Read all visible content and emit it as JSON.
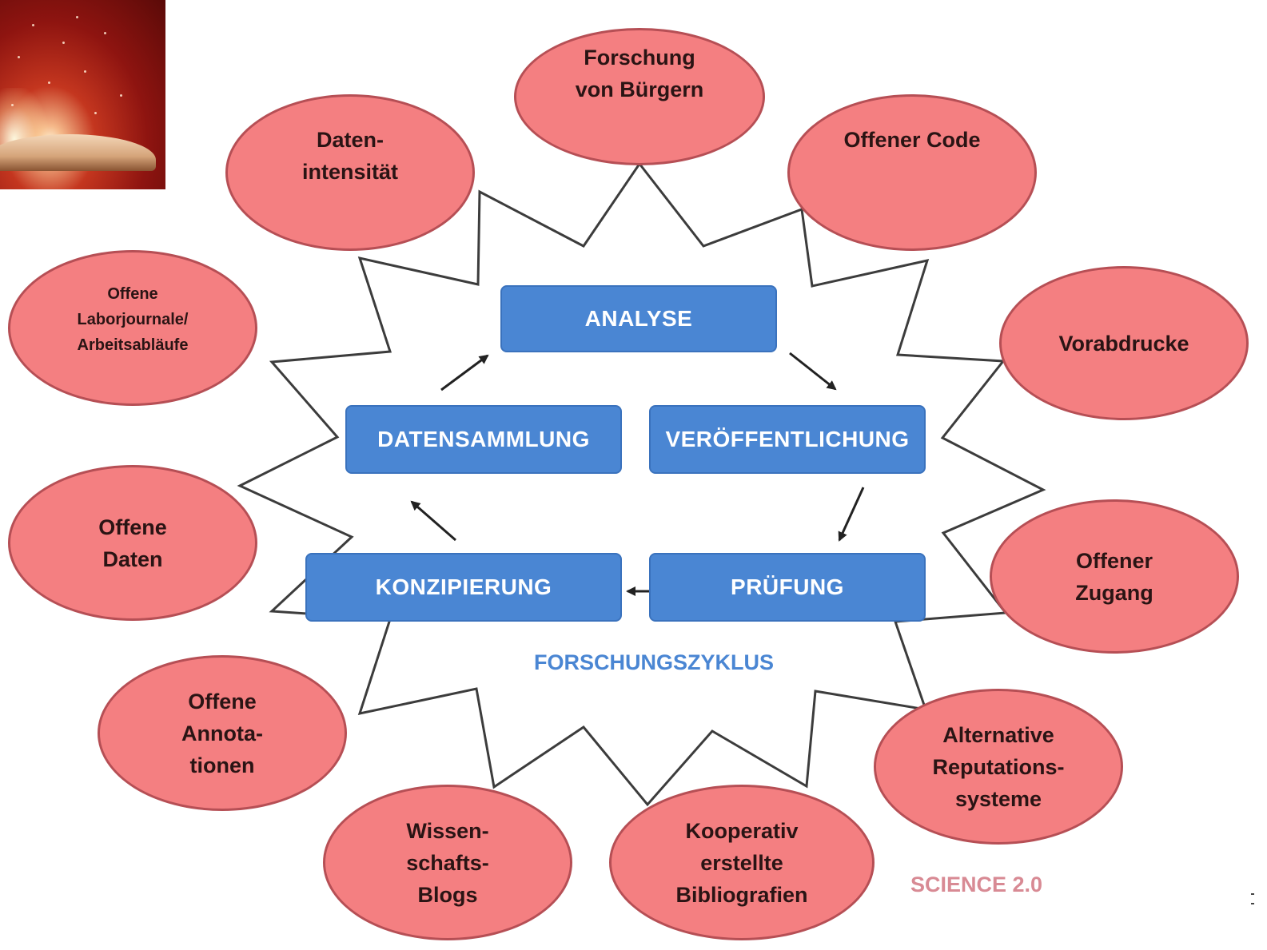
{
  "diagram": {
    "cycle_title": "FORSCHUNGSZYKLUS",
    "brand": "SCIENCE 2.0",
    "stages": {
      "analyse": "ANALYSE",
      "datensammlung": "DATENSAMMLUNG",
      "veroeffentlichung": "VERÖFFENTLICHUNG",
      "konzipierung": "KONZIPIERUNG",
      "pruefung": "PRÜFUNG"
    },
    "ovals": {
      "forschung_buergern": "Forschung\nvon Bürgern",
      "daten_intensitaet": "Daten-\nintensität",
      "offener_code": "Offener Code",
      "laborjournale": "Offene\nLaborjournale/\nArbeitsabläufe",
      "vorabdrucke": "Vorabdrucke",
      "offene_daten": "Offene\nDaten",
      "offener_zugang": "Offener\nZugang",
      "offene_annotationen": "Offene\nAnnota-\ntionen",
      "alternative_reputation": "Alternative\nReputations-\nsysteme",
      "wissenschafts_blogs": "Wissen-\nschafts-\nBlogs",
      "kooperativ_bibliografien": "Kooperativ\nerstellte\nBibliografien"
    },
    "colors": {
      "oval_fill": "#f47f81",
      "oval_border": "#b64f55",
      "stage_fill": "#4a86d3",
      "cycle_title": "#4a86d3",
      "brand": "#d88a94"
    }
  }
}
